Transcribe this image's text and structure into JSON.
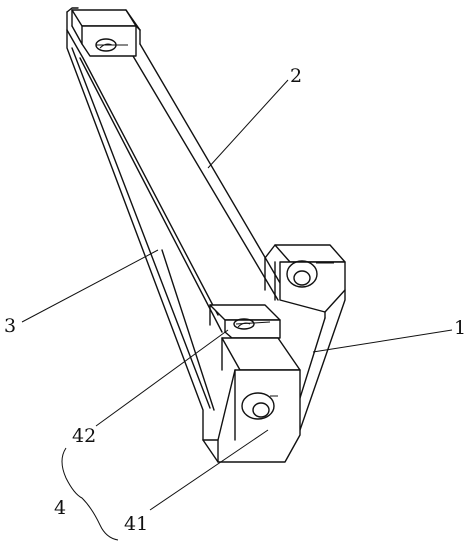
{
  "figure": {
    "labels": [
      {
        "id": "part-1",
        "text": "1"
      },
      {
        "id": "part-2",
        "text": "2"
      },
      {
        "id": "part-3",
        "text": "3"
      },
      {
        "id": "part-4",
        "text": "4"
      },
      {
        "id": "part-41",
        "text": "41"
      },
      {
        "id": "part-42",
        "text": "42"
      }
    ]
  }
}
